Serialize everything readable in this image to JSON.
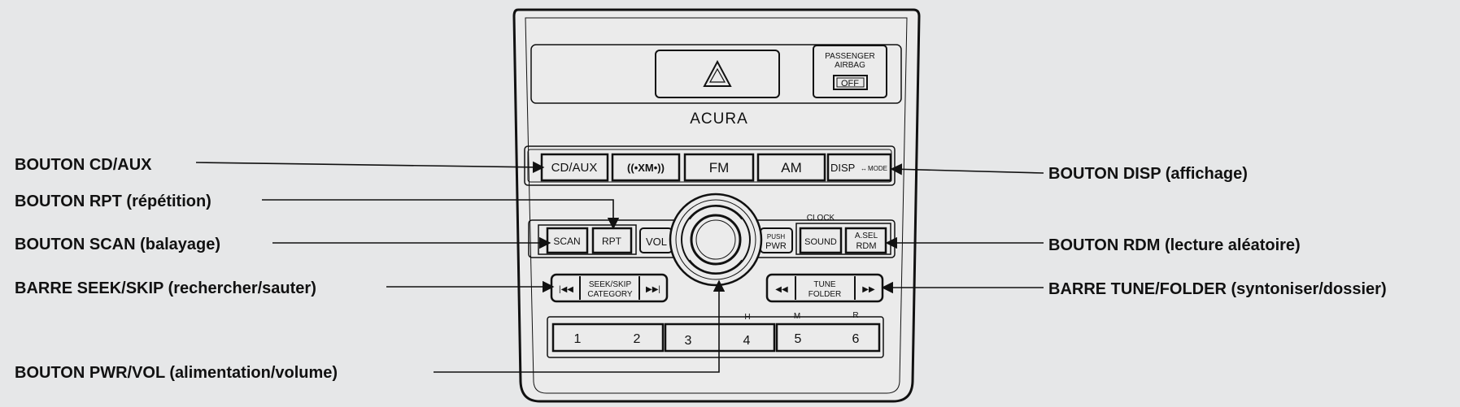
{
  "callouts": {
    "cd_aux": "BOUTON CD/AUX",
    "rpt": "BOUTON RPT (répétition)",
    "scan": "BOUTON SCAN (balayage)",
    "seek_skip": "BARRE SEEK/SKIP (rechercher/sauter)",
    "pwr_vol": "BOUTON PWR/VOL (alimentation/volume)",
    "disp": "BOUTON DISP (affichage)",
    "rdm": "BOUTON RDM (lecture aléatoire)",
    "tune_folder": "BARRE TUNE/FOLDER (syntoniser/dossier)"
  },
  "panel": {
    "brand": "ACURA",
    "airbag_line1": "PASSENGER",
    "airbag_line2": "AIRBAG",
    "airbag_state": "OFF",
    "clock_label": "CLOCK"
  },
  "buttons": {
    "cd_aux": "CD/AUX",
    "xm": "((•XM•))",
    "fm": "FM",
    "am": "AM",
    "disp": "DISP",
    "mode": "MODE",
    "scan": "SCAN",
    "rpt": "RPT",
    "vol": "VOL",
    "push": "PUSH",
    "pwr": "PWR",
    "sound": "SOUND",
    "asel": "A.SEL",
    "rdm": "RDM",
    "seek_skip": "SEEK/SKIP",
    "category": "CATEGORY",
    "tune": "TUNE",
    "folder": "FOLDER"
  },
  "presets": [
    {
      "number": "1",
      "tag": ""
    },
    {
      "number": "2",
      "tag": ""
    },
    {
      "number": "3",
      "tag": ""
    },
    {
      "number": "4",
      "tag": "H"
    },
    {
      "number": "5",
      "tag": "M"
    },
    {
      "number": "6",
      "tag": "R"
    }
  ]
}
